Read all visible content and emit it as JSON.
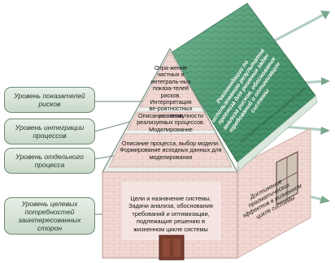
{
  "left_labels": [
    {
      "id": "risk",
      "text": "Уровень показателей рисков"
    },
    {
      "id": "integration",
      "text": "Уровень интеграции процессов"
    },
    {
      "id": "single",
      "text": "Уровень отдельного процесса"
    },
    {
      "id": "stakeholders",
      "text": "Уровень целевых потребностей заинтересованных сторон"
    }
  ],
  "roof_levels": {
    "top": "Отра-жение частных и интеграль-ных показа-телей рисков. Интерпретация ве-роятностных расчетов",
    "integration": "Описание совокупности реализуемых процессов. Моделирование",
    "process": "Описание процесса, выбор модели. Формирование исходных данных для моделирования"
  },
  "foundation_text": "Цели и назначение системы. Задачи анализа, обоснования требований и оптимизации, подлежащие решению в жизненном цикле системы",
  "roof_side_text": "Рекомендации по использованию результатов прогноза для решения задач анализа рисков, обоснования требований и оптимизации системы",
  "wall_side_text": "Достижение прагматических эффектов в жизненном цикле системы",
  "eave_text": "Системный прогноз в жизненном цикле",
  "colors": {
    "label_fill": "#d6e3d6",
    "label_border": "#6f8a75",
    "roof_green": "#3f9a6c",
    "brick": "#f0d8d4",
    "level_fill": "#f7e9e6",
    "arrow": "#7aa88f"
  }
}
